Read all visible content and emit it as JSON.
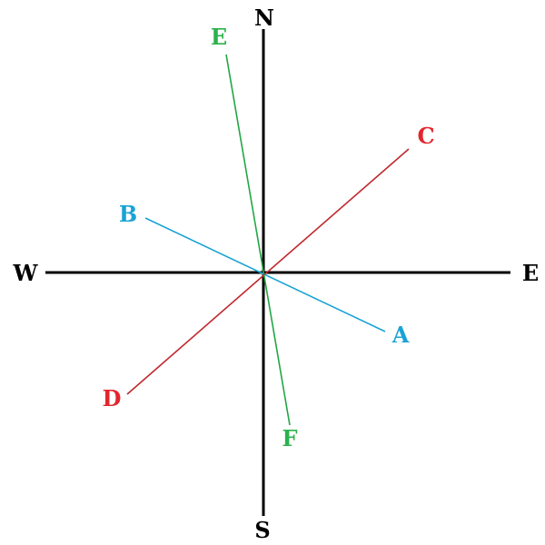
{
  "compass": {
    "north": "N",
    "south": "S",
    "east": "E",
    "west": "W",
    "color": "#000000"
  },
  "lines": [
    {
      "id": "ab",
      "start_label": "A",
      "end_label": "B",
      "color": "#1aa3d4"
    },
    {
      "id": "cd",
      "start_label": "C",
      "end_label": "D",
      "color": "#c0282d"
    },
    {
      "id": "ef",
      "start_label": "E",
      "end_label": "F",
      "color": "#22a745"
    }
  ],
  "label_colors": {
    "blue": "#1aa3d4",
    "red": "#e3262e",
    "green": "#2bb24c"
  }
}
